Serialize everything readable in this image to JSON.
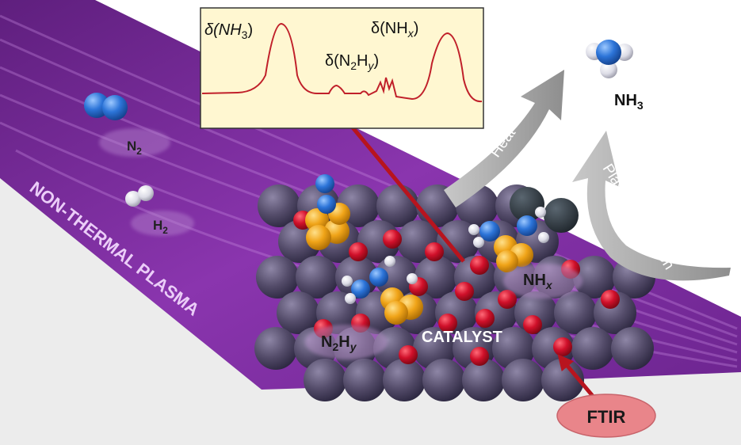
{
  "colors": {
    "plasma_band": "#7a2a9c",
    "plasma_stripe": "#a35cc4",
    "plasma_label": "#e6c8f5",
    "catalyst_sphere": "#514a66",
    "oxygen_red": "#d0102a",
    "metal_gold": "#f0a418",
    "nitrogen_blue": "#2c74d8",
    "hydrogen_white": "#e6e6ee",
    "spectrum_bg": "#fff7d1",
    "spectrum_line": "#c0202a",
    "arrow_red": "#b8141e",
    "arrow_gray": "#a2a2a2",
    "ftir_fill": "#e9858a"
  },
  "icons": [
    "n2-molecule-icon",
    "h2-molecule-icon",
    "nh3-molecule-icon"
  ],
  "spectrum": {
    "peak1": {
      "base": "δ(NH",
      "sub": "3",
      "tail": ")"
    },
    "peak2": {
      "base": "δ(N",
      "sub": "2",
      "mid": "H",
      "sub2": "y",
      "tail": ")"
    },
    "peak3": {
      "base": "δ(NH",
      "sub": "x",
      "tail": ")"
    }
  },
  "labels": {
    "n2": {
      "base": "N",
      "sub": "2"
    },
    "h2": {
      "base": "H",
      "sub": "2"
    },
    "nh3": {
      "base": "NH",
      "sub": "3"
    },
    "nhx": {
      "base": "NH",
      "sub": "x"
    },
    "n2hy": {
      "base": "N",
      "sub": "2",
      "mid": "H",
      "sub2": "y"
    },
    "catalyst": "CATALYST",
    "plasma": "NON-THERMAL PLASMA",
    "heat": "Heat",
    "irradiation": "Plasma Irradiation",
    "ftir": "FTIR"
  }
}
